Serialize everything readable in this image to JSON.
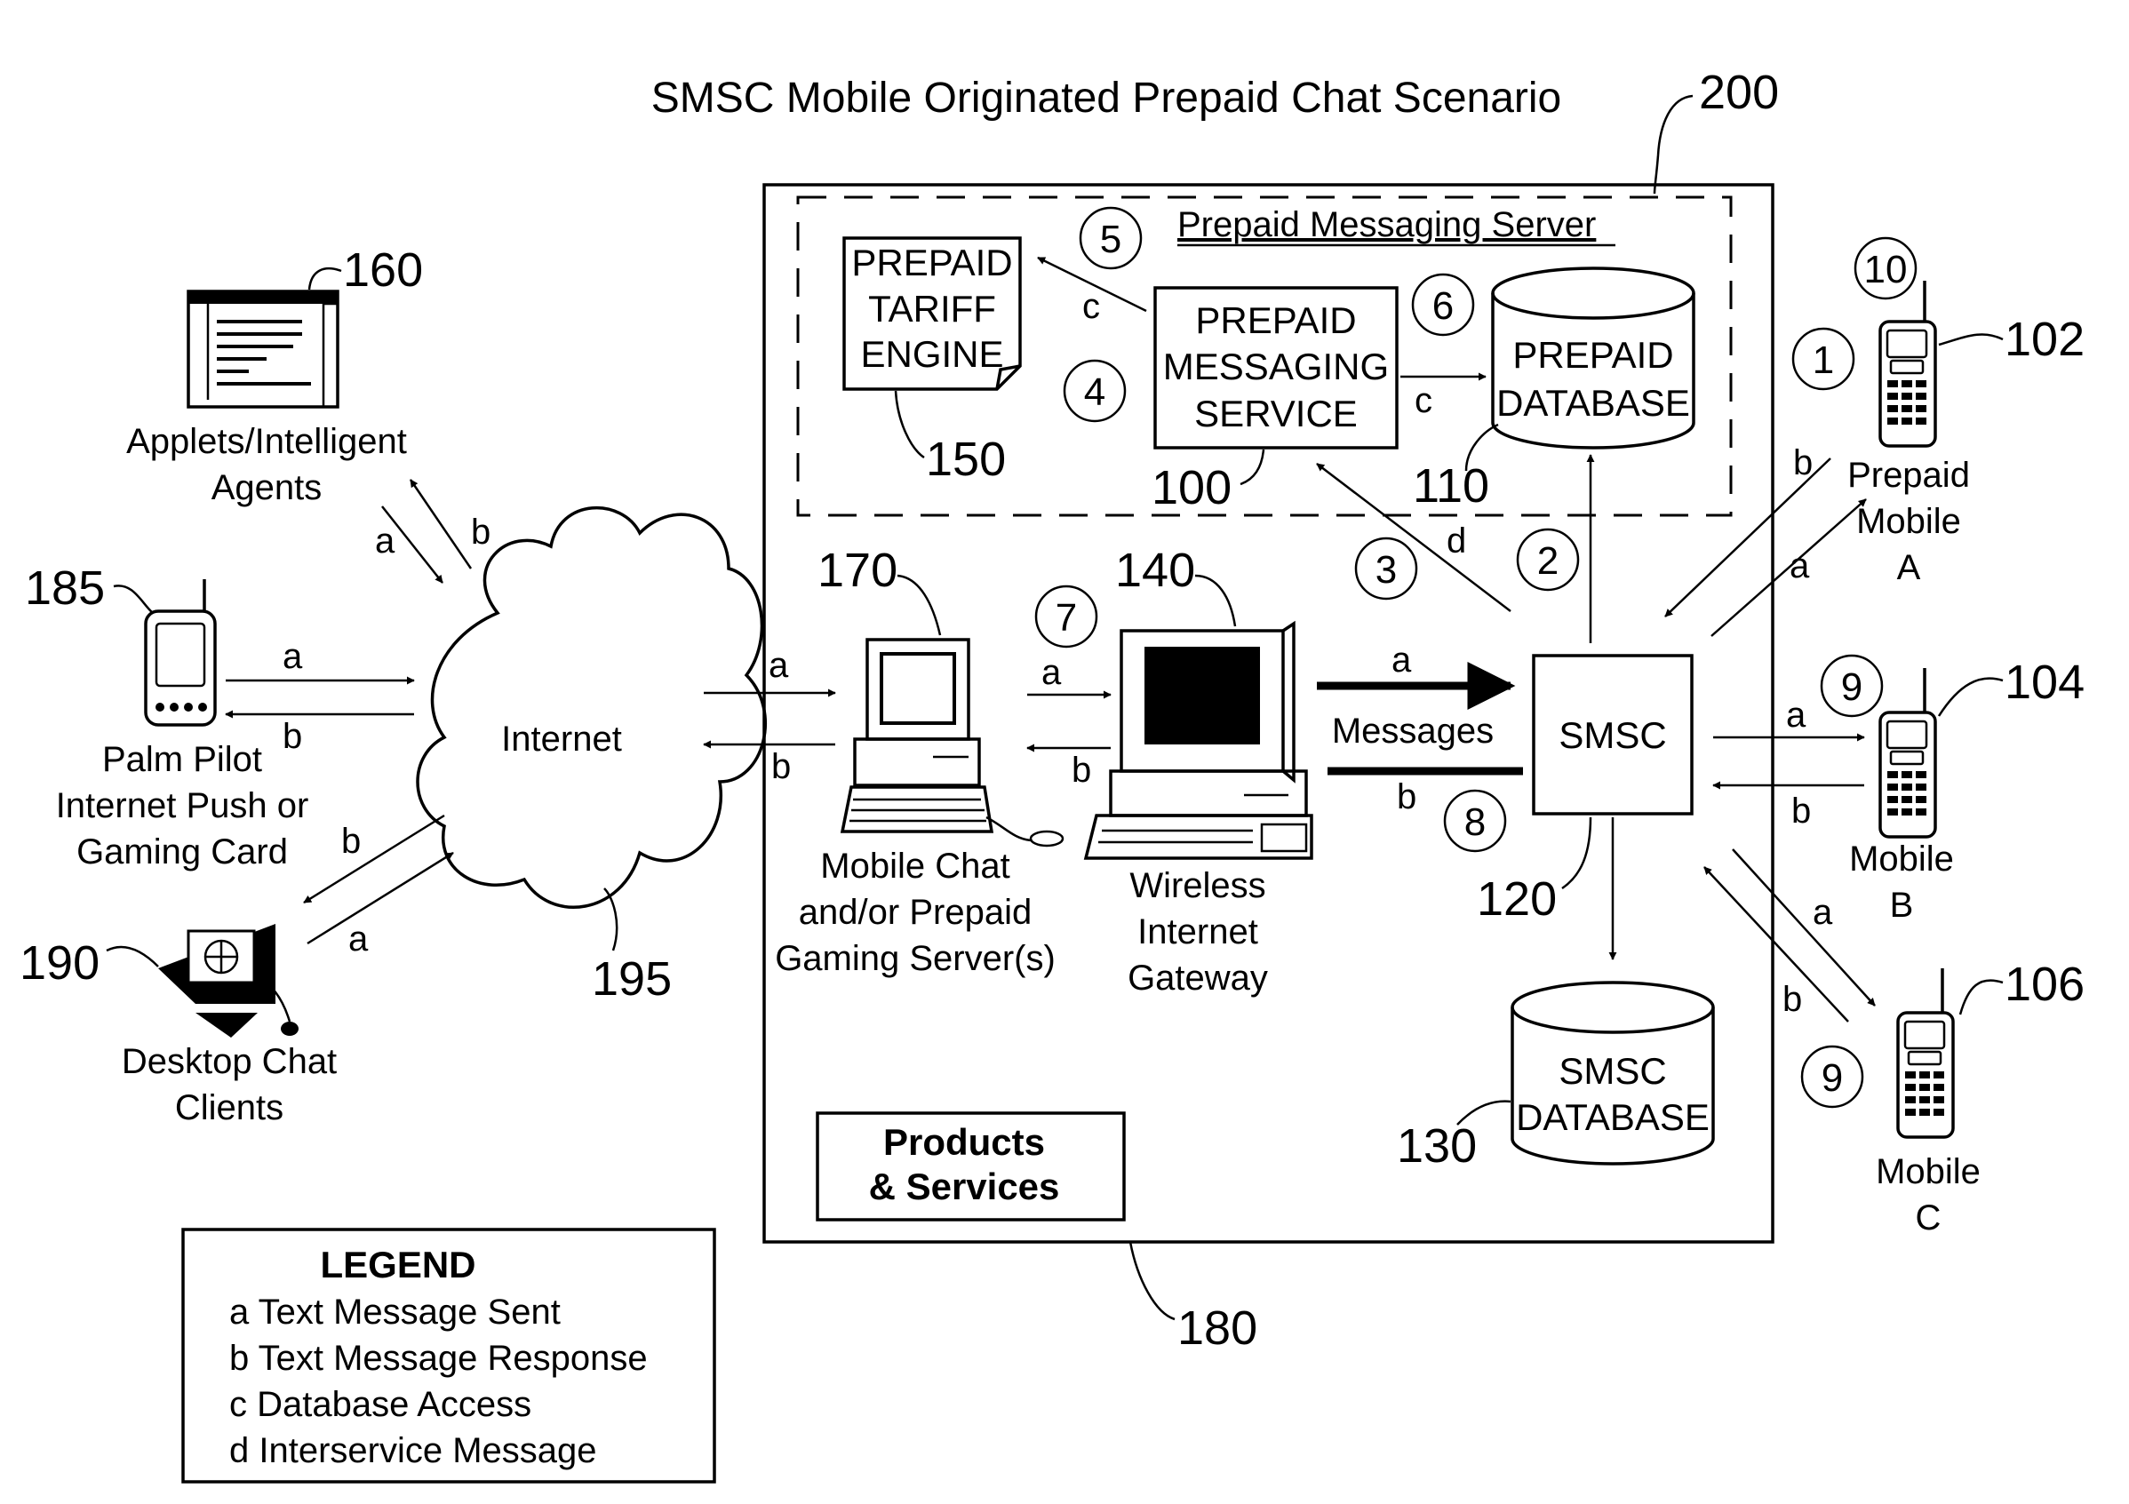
{
  "title": "SMSC Mobile Originated Prepaid Chat Scenario",
  "refs": {
    "r200": "200",
    "r160": "160",
    "r185": "185",
    "r190": "190",
    "r195": "195",
    "r170": "170",
    "r140": "140",
    "r150": "150",
    "r100": "100",
    "r110": "110",
    "r120": "120",
    "r130": "130",
    "r102": "102",
    "r104": "104",
    "r106": "106",
    "r180": "180"
  },
  "server": {
    "label": "Prepaid Messaging Server"
  },
  "tariff": {
    "line1": "PREPAID",
    "line2": "TARIFF",
    "line3": "ENGINE"
  },
  "service": {
    "line1": "PREPAID",
    "line2": "MESSAGING",
    "line3": "SERVICE"
  },
  "prepaid_db": {
    "line1": "PREPAID",
    "line2": "DATABASE"
  },
  "smsc": {
    "label": "SMSC"
  },
  "smsc_db": {
    "line1": "SMSC",
    "line2": "DATABASE"
  },
  "products": {
    "line1": "Products",
    "line2": "& Services"
  },
  "internet": {
    "label": "Internet"
  },
  "applets": {
    "line1": "Applets/Intelligent",
    "line2": "Agents"
  },
  "palm": {
    "line1": "Palm Pilot",
    "line2": "Internet Push or",
    "line3": "Gaming Card"
  },
  "desktop": {
    "line1": "Desktop Chat",
    "line2": "Clients"
  },
  "chat_server": {
    "line1": "Mobile Chat",
    "line2": "and/or Prepaid",
    "line3": "Gaming Server(s)"
  },
  "gateway": {
    "line1": "Wireless",
    "line2": "Internet",
    "line3": "Gateway"
  },
  "messages": {
    "label": "Messages"
  },
  "mobile_a": {
    "line1": "Prepaid",
    "line2": "Mobile",
    "line3": "A"
  },
  "mobile_b": {
    "line1": "Mobile",
    "line2": "B"
  },
  "mobile_c": {
    "line1": "Mobile",
    "line2": "C"
  },
  "steps": {
    "s1": "1",
    "s2": "2",
    "s3": "3",
    "s4": "4",
    "s5": "5",
    "s6": "6",
    "s7": "7",
    "s8": "8",
    "s9a": "9",
    "s9b": "9",
    "s10": "10"
  },
  "arrow_labels": {
    "a": "a",
    "b": "b",
    "c": "c",
    "d": "d"
  },
  "legend": {
    "title": "LEGEND",
    "items": [
      "a Text Message Sent",
      "b Text Message Response",
      "c Database Access",
      "d Interservice Message"
    ]
  }
}
